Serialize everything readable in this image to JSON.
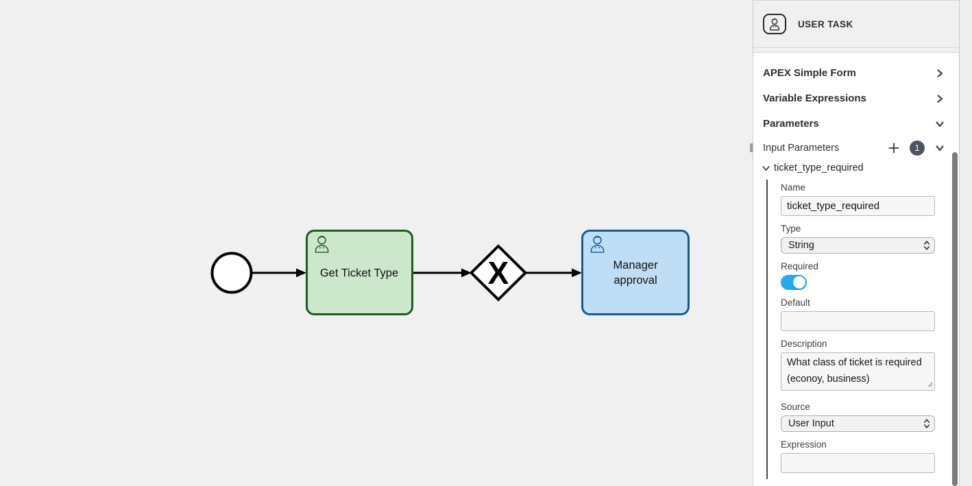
{
  "colors": {
    "canvas_bg": "#f0f0f0",
    "panel_bg": "#ffffff",
    "panel_header_bg": "#f0f0f1",
    "toggle_on": "#21abf3",
    "badge_bg": "#4d5564",
    "task_green_fill": "#cde7cc",
    "task_green_stroke": "#1e5b21",
    "task_blue_fill": "#bfdef6",
    "task_blue_stroke": "#155a96",
    "scrollbar_thumb": "#7b7b7b"
  },
  "diagram": {
    "start_event": {
      "type": "start-event"
    },
    "gateway": {
      "type": "exclusive-gateway",
      "symbol": "X"
    },
    "tasks": [
      {
        "type": "user-task",
        "label": "Get Ticket Type",
        "lines": [
          "Get Ticket Type"
        ]
      },
      {
        "type": "user-task",
        "label": "Manager approval",
        "lines": [
          "Manager",
          "approval"
        ]
      }
    ]
  },
  "panel": {
    "header": {
      "title": "USER TASK",
      "icon": "user-task-icon"
    },
    "sections": [
      {
        "label": "APEX Simple Form",
        "chevron": "right"
      },
      {
        "label": "Variable Expressions",
        "chevron": "right"
      },
      {
        "label": "Parameters",
        "chevron": "down"
      }
    ],
    "input_parameters": {
      "label": "Input Parameters",
      "count": "1",
      "chevron": "down"
    },
    "parameter": {
      "title": "ticket_type_required",
      "name": {
        "label": "Name",
        "value": "ticket_type_required"
      },
      "type": {
        "label": "Type",
        "value": "String"
      },
      "required": {
        "label": "Required",
        "state": "on"
      },
      "default": {
        "label": "Default",
        "value": ""
      },
      "description": {
        "label": "Description",
        "value": "What class of ticket is required (econoy, business)"
      },
      "source": {
        "label": "Source",
        "value": "User Input"
      },
      "expression": {
        "label": "Expression",
        "value": ""
      }
    }
  }
}
